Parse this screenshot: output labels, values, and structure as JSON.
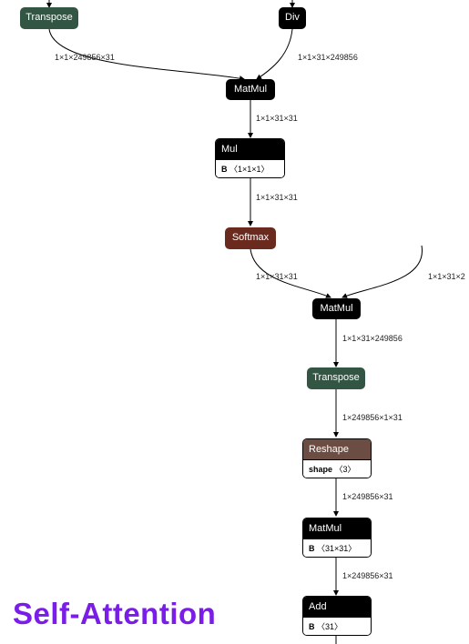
{
  "graph": {
    "nodes": {
      "transpose1": {
        "label": "Transpose",
        "color": "#335544"
      },
      "div": {
        "label": "Div",
        "color": "#000000"
      },
      "matmul1": {
        "label": "MatMul",
        "color": "#000000"
      },
      "mul": {
        "label": "Mul",
        "color": "#000000",
        "attr_name": "B",
        "attr_value": "〈1×1×1〉"
      },
      "softmax": {
        "label": "Softmax",
        "color": "#6b2a1e"
      },
      "matmul2": {
        "label": "MatMul",
        "color": "#000000"
      },
      "transpose2": {
        "label": "Transpose",
        "color": "#335544"
      },
      "reshape": {
        "label": "Reshape",
        "color": "#6b4d44",
        "attr_name": "shape",
        "attr_value": "〈3〉"
      },
      "matmul3": {
        "label": "MatMul",
        "color": "#000000",
        "attr_name": "B",
        "attr_value": "〈31×31〉"
      },
      "add": {
        "label": "Add",
        "color": "#000000",
        "attr_name": "B",
        "attr_value": "〈31〉"
      }
    },
    "edge_labels": {
      "transpose1_matmul1": "1×1×249856×31",
      "div_matmul1": "1×1×31×249856",
      "matmul1_mul": "1×1×31×31",
      "mul_softmax": "1×1×31×31",
      "softmax_matmul2": "1×1×31×31",
      "right_matmul2": "1×1×31×2",
      "matmul2_transpose2": "1×1×31×249856",
      "transpose2_reshape": "1×249856×1×31",
      "reshape_matmul3": "1×249856×31",
      "matmul3_add": "1×249856×31"
    }
  },
  "caption": "Self-Attention"
}
